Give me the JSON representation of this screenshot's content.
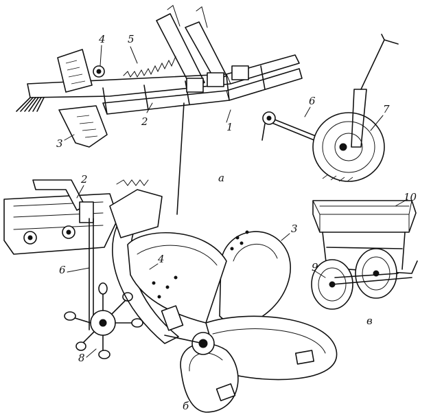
{
  "colors": {
    "ink": "#111111",
    "paper": "#ffffff"
  },
  "assembly_a": {
    "view_letter": "а",
    "callouts": [
      "1",
      "2",
      "3",
      "4",
      "5",
      "6",
      "7"
    ]
  },
  "assembly_b": {
    "view_letter": "б",
    "callouts": [
      "2",
      "3",
      "4",
      "6",
      "8"
    ]
  },
  "assembly_v": {
    "view_letter": "в",
    "callouts": [
      "9",
      "10"
    ]
  }
}
